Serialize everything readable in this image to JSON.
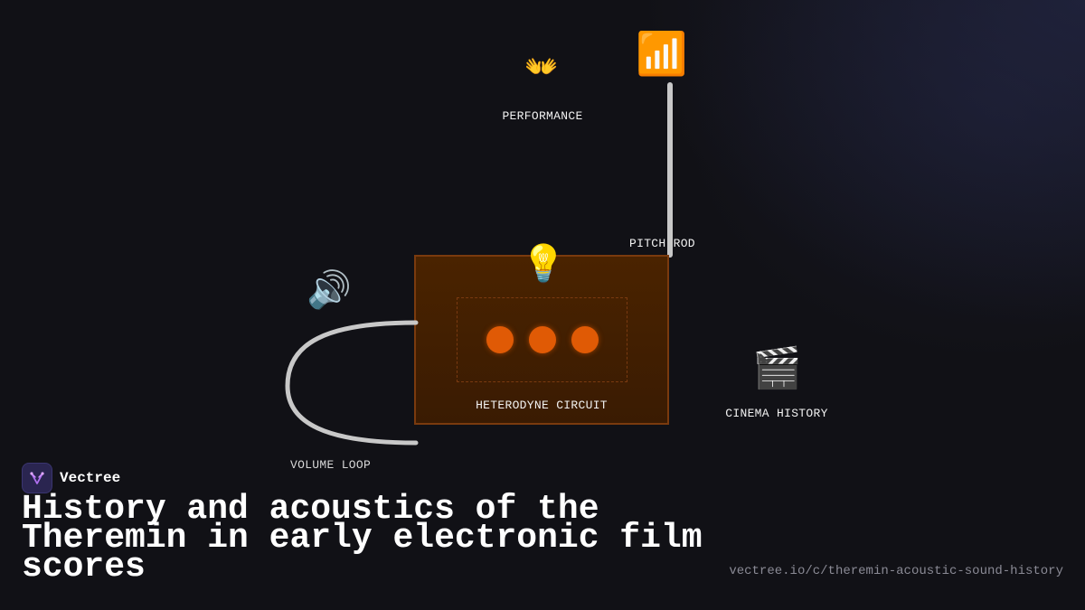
{
  "diagram": {
    "nodes": {
      "performance": {
        "icon": "open-hands-icon",
        "emoji": "👐",
        "label": "PERFORMANCE"
      },
      "antenna": {
        "icon": "signal-bars-icon",
        "emoji": "📶"
      },
      "pitch_rod": {
        "label": "PITCH ROD"
      },
      "lightbulb": {
        "icon": "lightbulb-icon",
        "emoji": "💡"
      },
      "heterodyne": {
        "label": "HETERODYNE CIRCUIT",
        "knob_count": 3
      },
      "speaker": {
        "icon": "speaker-icon",
        "emoji": "🔊"
      },
      "volume_loop": {
        "label": "VOLUME LOOP"
      },
      "cinema": {
        "icon": "clapperboard-icon",
        "emoji": "🎬",
        "label": "CINEMA HISTORY"
      }
    },
    "colors": {
      "circuit_fill": "#4a2300",
      "circuit_border": "#7a3a0e",
      "knob": "#e05a05",
      "rod": "#c8c8c8"
    }
  },
  "brand": {
    "name": "Vectree",
    "logo_icon": "vectree-logo-icon"
  },
  "title": "History and acoustics of the Theremin in early electronic film scores",
  "url": "vectree.io/c/theremin-acoustic-sound-history"
}
